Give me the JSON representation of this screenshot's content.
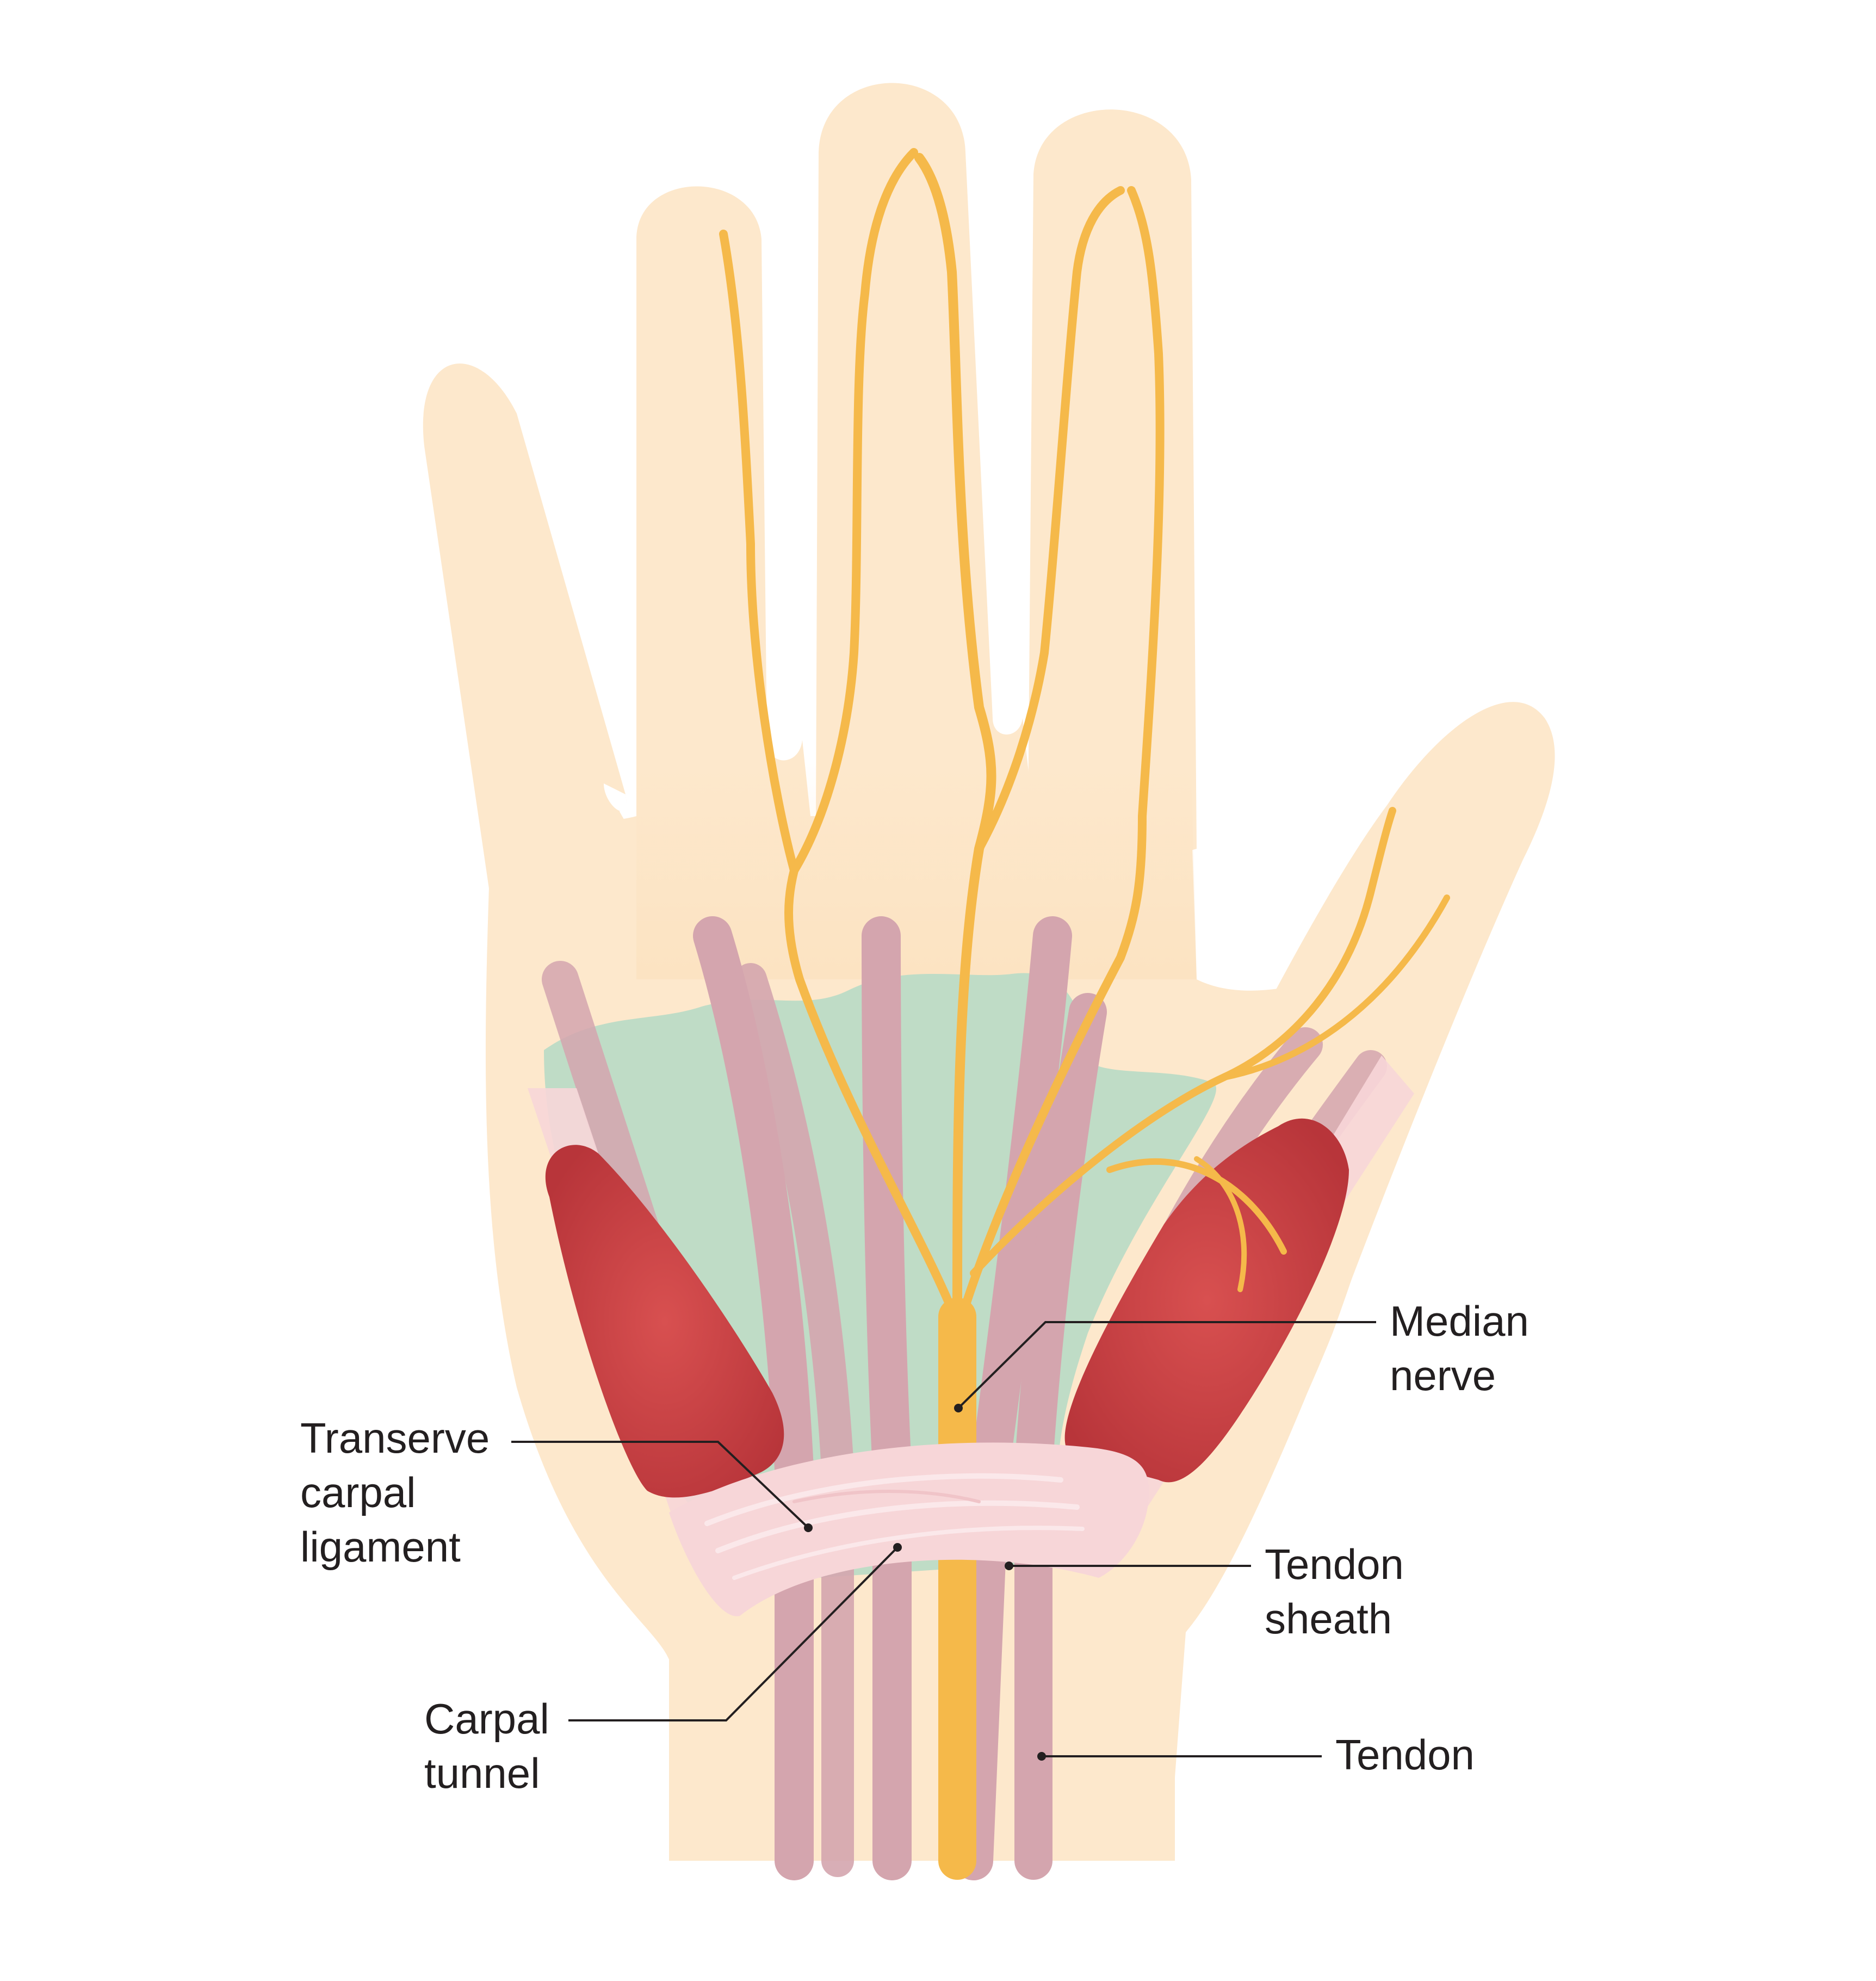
{
  "labels": {
    "median_nerve": [
      "Median",
      "nerve"
    ],
    "transverse_carpal_ligament": [
      "Transerve",
      "carpal",
      "ligament"
    ],
    "tendon_sheath": [
      "Tendon",
      "sheath"
    ],
    "carpal_tunnel": [
      "Carpal",
      "tunnel"
    ],
    "tendon": [
      "Tendon"
    ]
  },
  "colors": {
    "skin": "#fde8cc",
    "skin_shadow": "#fad9b0",
    "nerve": "#f5b94a",
    "tendon": "#d4a5ae",
    "sheath_green": "#bfdcc6",
    "muscle": "#c0393b",
    "muscle_highlight": "#d85050",
    "ligament": "#f7d6d8",
    "ligament_light": "#fbe8ea",
    "text": "#231f20"
  }
}
